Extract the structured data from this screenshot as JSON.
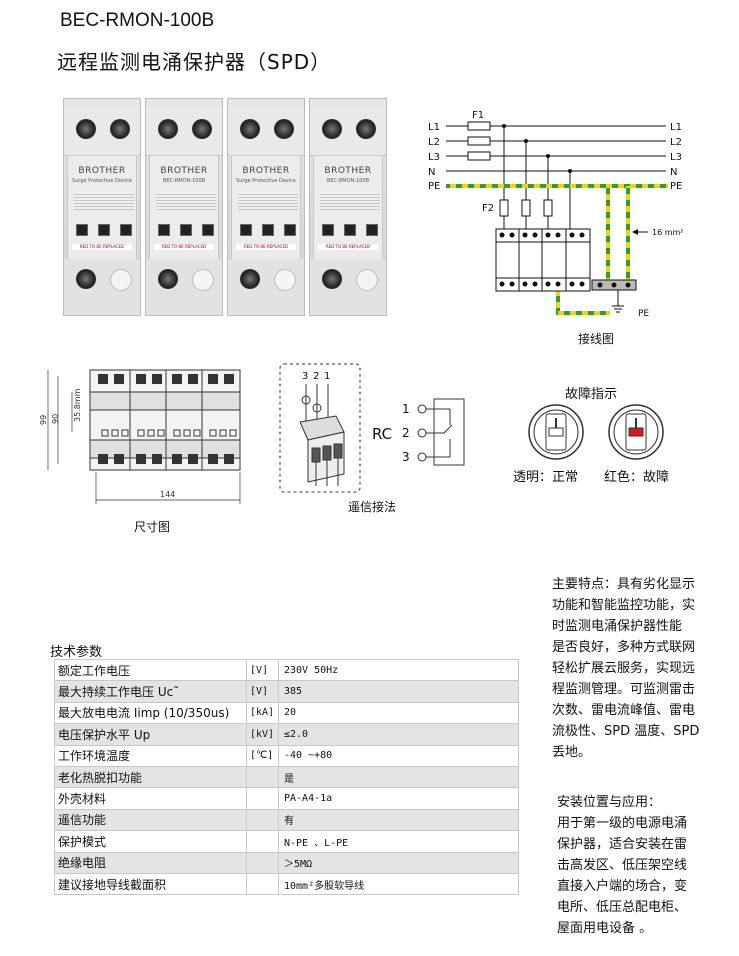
{
  "header": {
    "model": "BEC-RMON-100B",
    "title": "远程监测电涌保护器（SPD）"
  },
  "product": {
    "brand": "BROTHER",
    "subtitle": "Surge Protective Device",
    "model_label": "BEC-RMON-100B",
    "warning": "RED TO BE REPLACED"
  },
  "wiring": {
    "lines": [
      "L1",
      "L2",
      "L3",
      "N",
      "PE"
    ],
    "fuse1": "F1",
    "fuse2": "F2",
    "wire_size": "16 mm²",
    "ground": "PE",
    "caption": "接线图"
  },
  "dimension": {
    "width": "144",
    "height1": "90",
    "height2": "99",
    "height3": "35.8mm",
    "caption": "尺寸图"
  },
  "remote": {
    "pins": [
      "3",
      "2",
      "1"
    ],
    "rc_label": "RC",
    "rc_pins": [
      "1",
      "2",
      "3"
    ],
    "caption": "遥信接法"
  },
  "fault": {
    "title": "故障指示",
    "normal": "透明：正常",
    "fault": "红色：故障"
  },
  "specs": {
    "title": "技术参数",
    "rows": [
      {
        "name": "额定工作电压",
        "unit": "[V]",
        "value": "230V  50Hz"
      },
      {
        "name": "最大持续工作电压 Uc˜",
        "unit": "[V]",
        "value": "385"
      },
      {
        "name": "最大放电电流 Iimp (10/350us)",
        "unit": "[kA]",
        "value": "20"
      },
      {
        "name": "电压保护水平 Up",
        "unit": "[kV]",
        "value": "≤2.0"
      },
      {
        "name": "工作环境温度",
        "unit": "[℃]",
        "value": "-40 ~+80"
      },
      {
        "name": "老化热脱扣功能",
        "unit": "",
        "value": "是"
      },
      {
        "name": "外壳材料",
        "unit": "",
        "value": "PA-A4-1a"
      },
      {
        "name": "遥信功能",
        "unit": "",
        "value": "有"
      },
      {
        "name": "保护模式",
        "unit": "",
        "value": "N-PE 、L-PE"
      },
      {
        "name": "绝缘电阻",
        "unit": "",
        "value": "＞5MΩ"
      },
      {
        "name": "建议接地导线截面积",
        "unit": "",
        "value": "10mm²多股软导线"
      }
    ]
  },
  "features": {
    "lines": [
      "主要特点：具有劣化显示",
      "功能和智能监控功能，实",
      "时监测电涌保护器性能",
      "是否良好，多种方式联网",
      "轻松扩展云服务，实现远",
      "程监测管理。可监测雷击",
      "次数、雷电流峰值、雷电",
      "流极性、SPD 温度、SPD",
      "丢地。"
    ]
  },
  "install": {
    "lines": [
      "安装位置与应用：",
      "用于第一级的电源电涌",
      "保护器，适合安装在雷",
      "击高发区、低压架空线",
      "直接入户端的场合，变",
      "电所、低压总配电柜、",
      "屋面用电设备  。"
    ]
  }
}
